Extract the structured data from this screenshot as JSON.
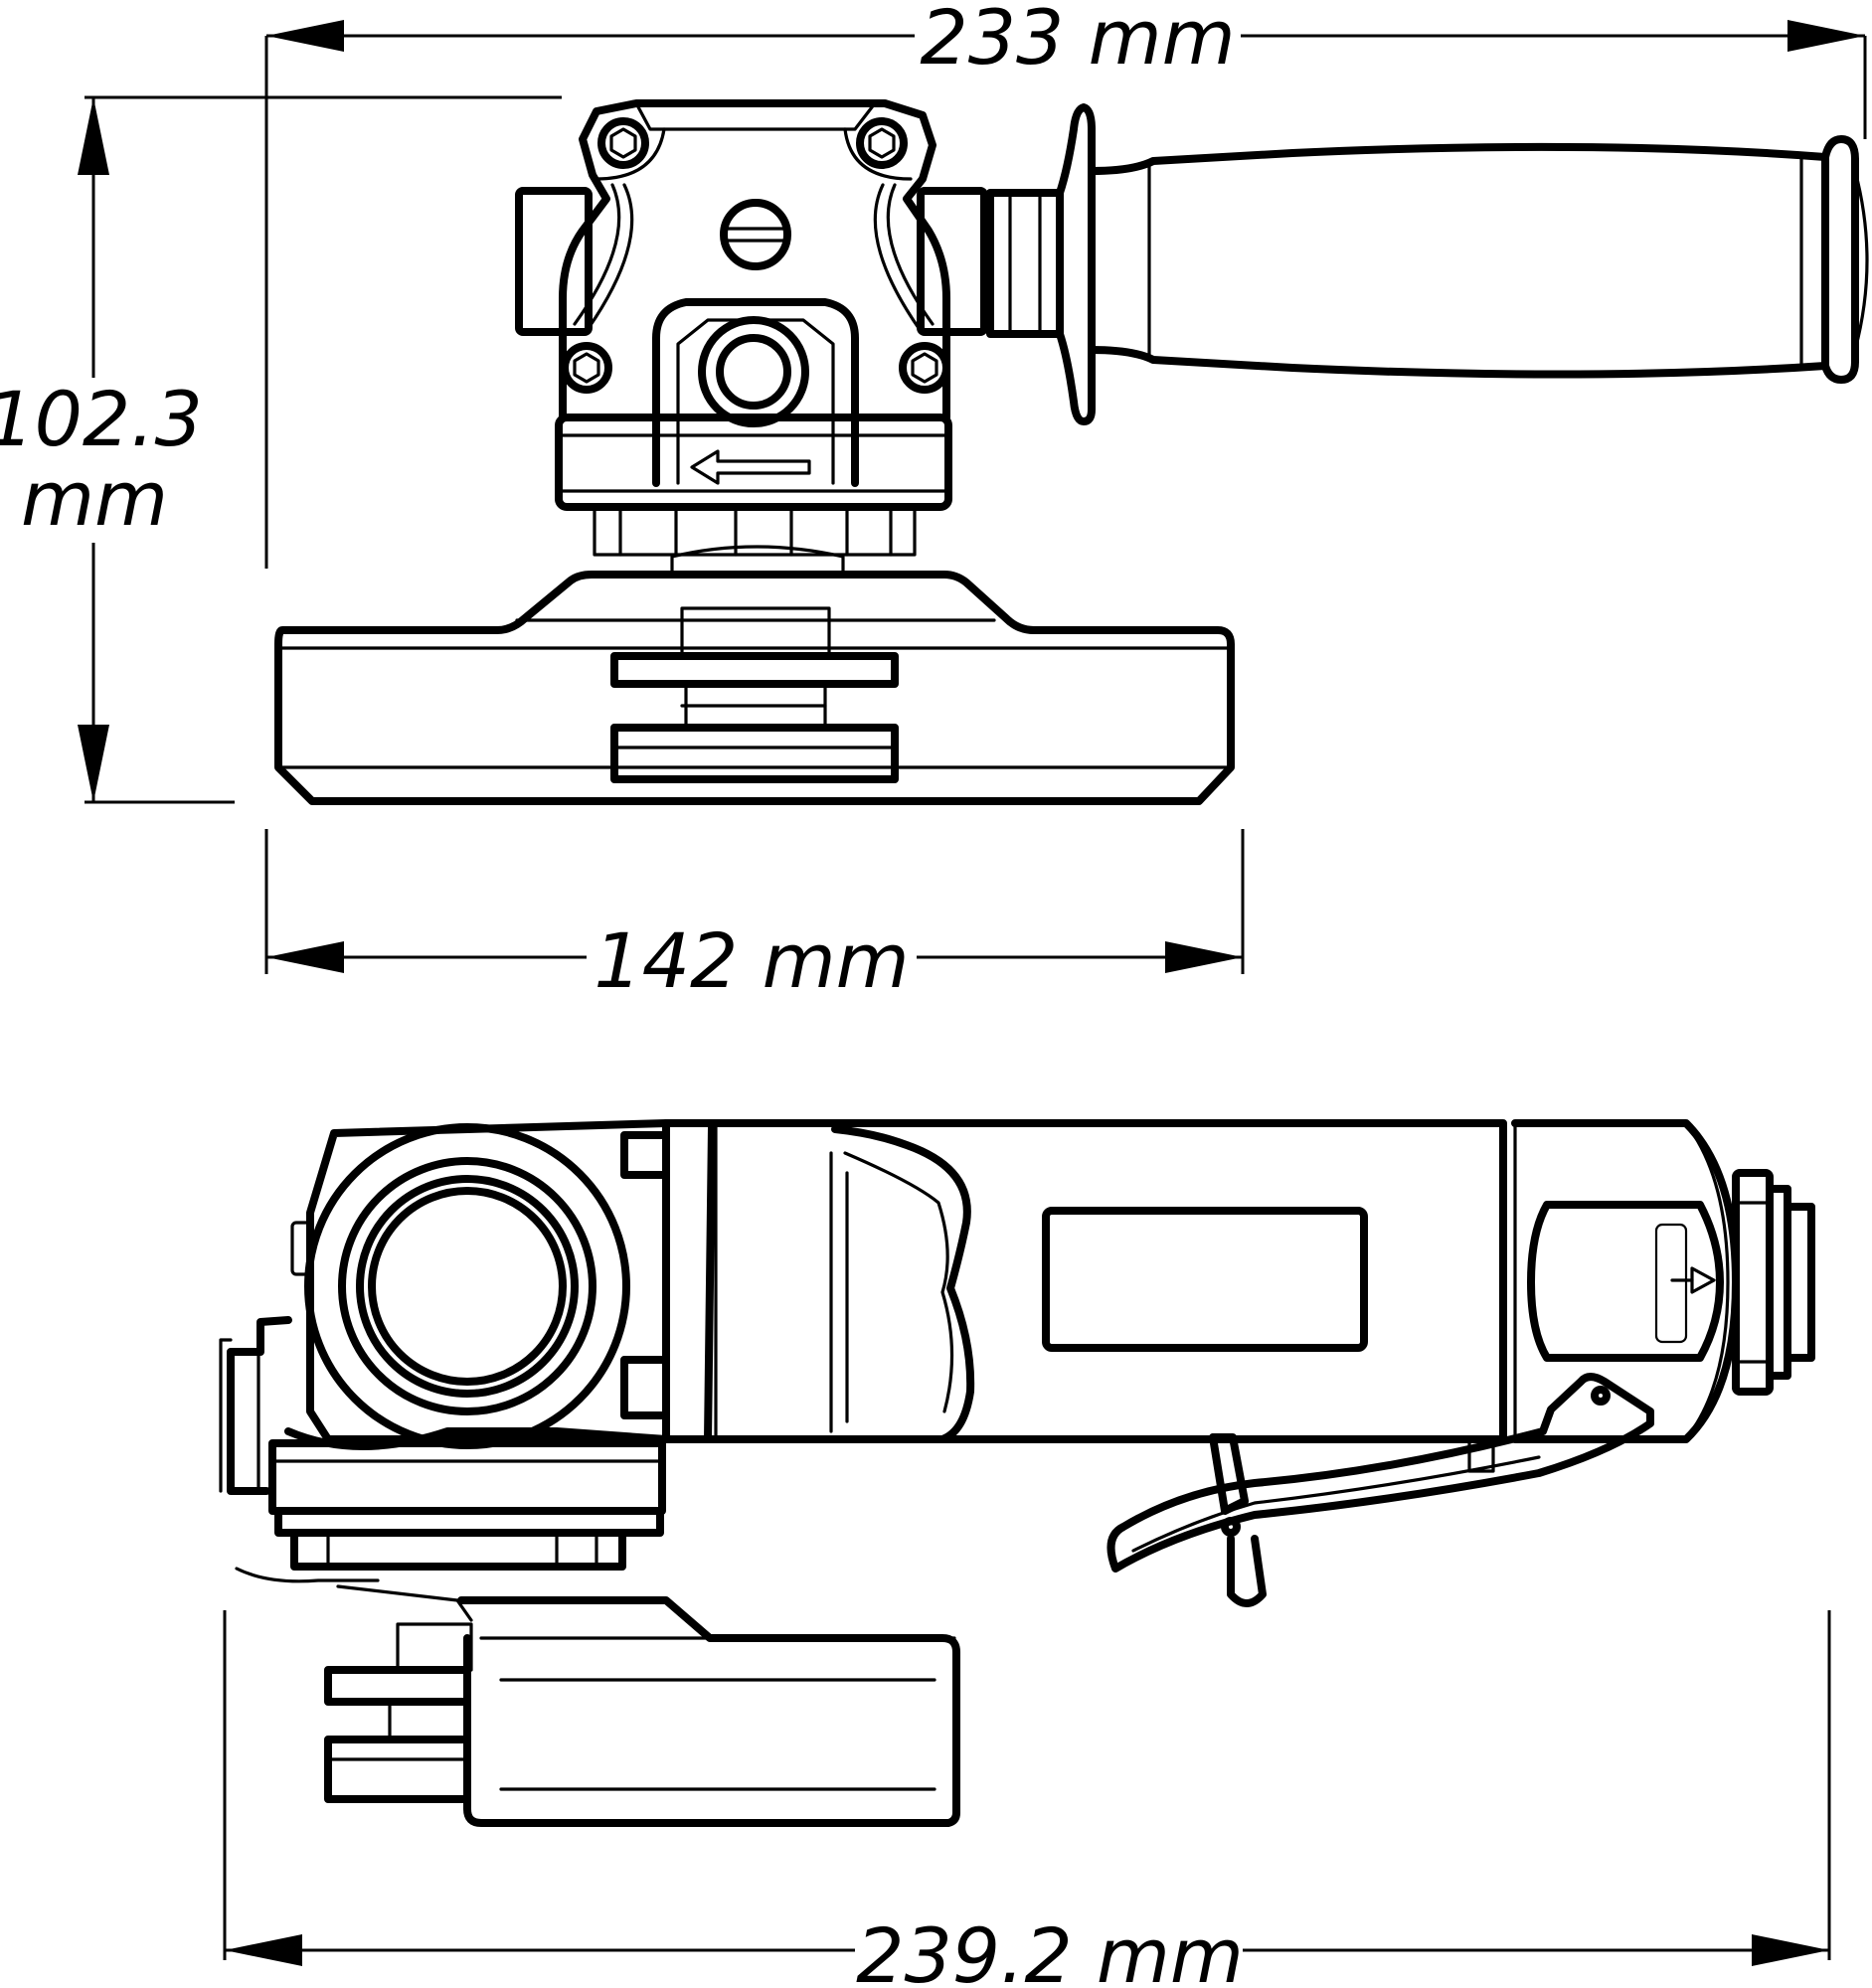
{
  "dimensions": {
    "top_width": "233 mm",
    "height_value": "102.3",
    "height_unit": "mm",
    "wheel_width": "142 mm",
    "total_length": "239.2 mm"
  },
  "views": [
    "top-view",
    "side-view"
  ],
  "colors": {
    "line": "#000000",
    "background": "#ffffff"
  }
}
